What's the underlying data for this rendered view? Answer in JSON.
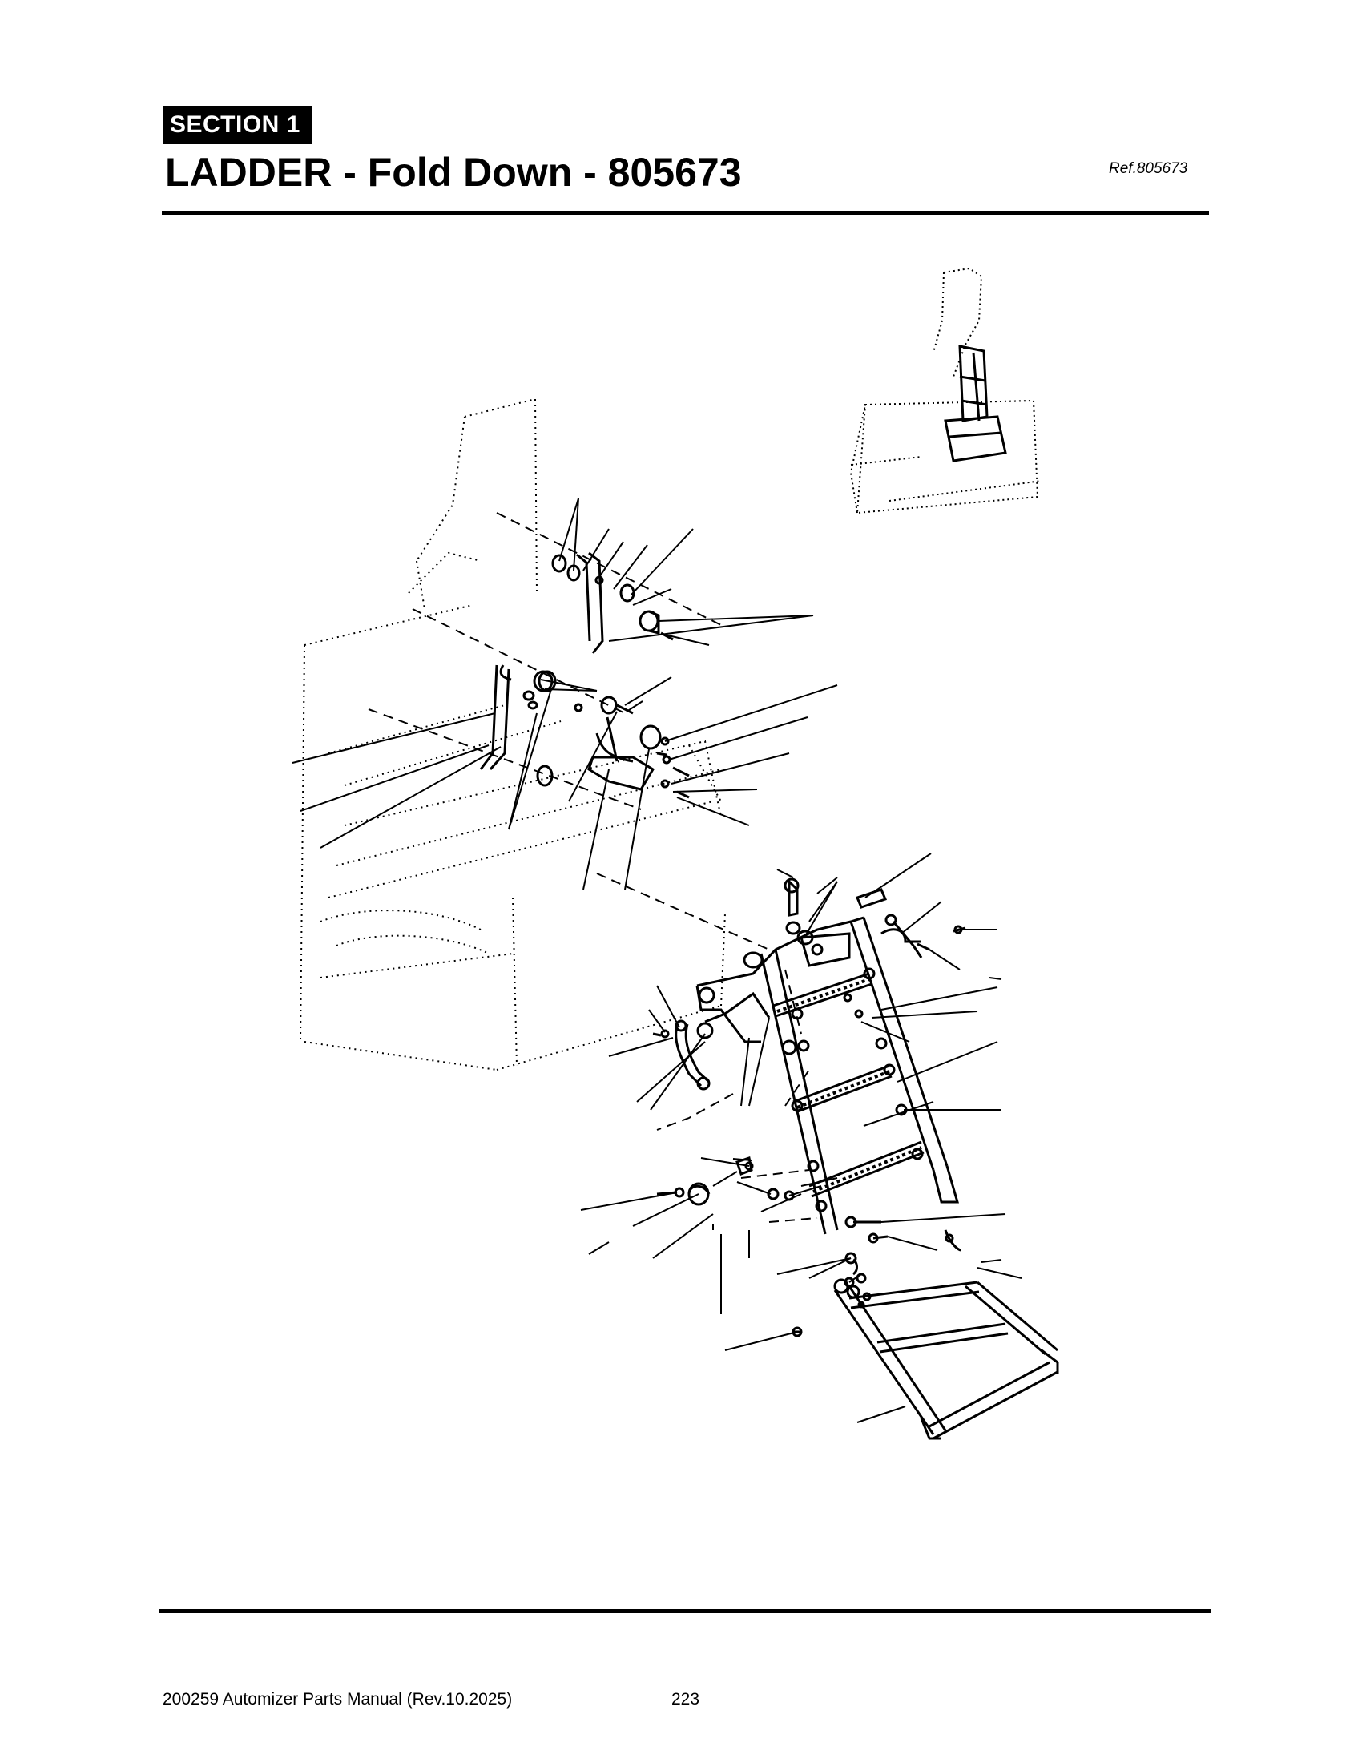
{
  "header": {
    "section_label": "SECTION 1",
    "title": "LADDER - Fold Down - 805673",
    "reference": "Ref.805673"
  },
  "footer": {
    "manual": "200259 Automizer Parts Manual (Rev.10.2025)",
    "page_number": "223"
  },
  "diagram": {
    "leader_color": "#000000",
    "phantom_color": "#000000"
  }
}
